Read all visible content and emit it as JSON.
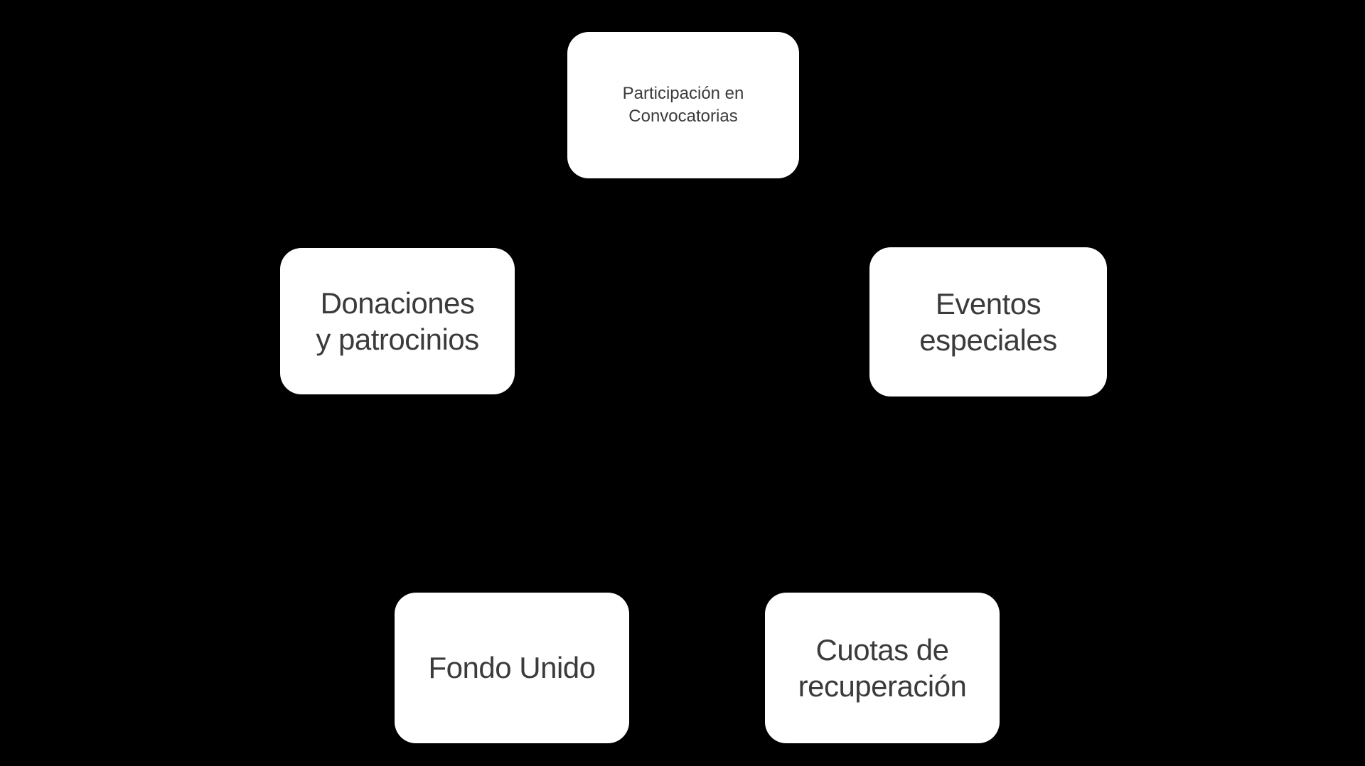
{
  "slide": {
    "background_color": "#000000",
    "node_fill_color": "#ffffff",
    "node_text_color": "#3b3b3b",
    "nodes": [
      {
        "id": "participacion-en-convocatorias",
        "label": "Participación en Convocatorias",
        "lines": [
          "Participación en",
          "Convocatorias"
        ]
      },
      {
        "id": "donaciones-y-patrocinios",
        "label": "Donaciones y patrocinios",
        "lines": [
          "Donaciones",
          "y patrocinios"
        ]
      },
      {
        "id": "eventos-especiales",
        "label": "Eventos especiales",
        "lines": [
          "Eventos",
          "especiales"
        ]
      },
      {
        "id": "fondo-unido",
        "label": "Fondo Unido",
        "lines": [
          "Fondo Unido"
        ]
      },
      {
        "id": "cuotas-de-recuperacion",
        "label": "Cuotas de recuperación",
        "lines": [
          "Cuotas de",
          "recuperación"
        ]
      }
    ]
  }
}
